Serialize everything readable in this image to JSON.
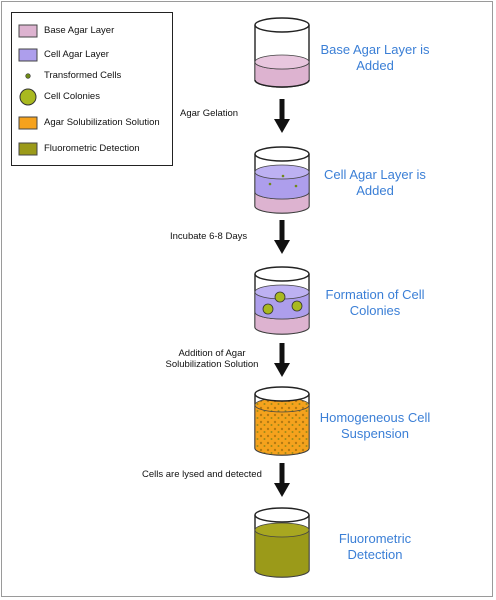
{
  "legend": {
    "items": [
      {
        "label": "Base Agar Layer",
        "icon": "base-agar-swatch",
        "color": "#ddb3d0"
      },
      {
        "label": "Cell Agar Layer",
        "icon": "cell-agar-swatch",
        "color": "#ad9eec"
      },
      {
        "label": "Transformed Cells",
        "icon": "transformed-cell-dot",
        "color": "#6f8a18"
      },
      {
        "label": "Cell Colonies",
        "icon": "cell-colony-circle",
        "color": "#a9b91f"
      },
      {
        "label": "Agar Solubilization Solution",
        "icon": "solubilization-swatch",
        "color": "#f5a21d"
      },
      {
        "label": "Fluorometric Detection",
        "icon": "fluorometric-swatch",
        "color": "#9b9a19"
      }
    ]
  },
  "steps": [
    {
      "title": "Base Agar Layer is Added"
    },
    {
      "title": "Cell Agar Layer is Added"
    },
    {
      "title": "Formation of Cell Colonies"
    },
    {
      "title": "Homogeneous Cell Suspension"
    },
    {
      "title": "Fluorometric Detection"
    }
  ],
  "arrows": [
    {
      "label": "Agar Gelation"
    },
    {
      "label": "Incubate 6-8 Days"
    },
    {
      "label": "Addition of Agar Solubilization Solution"
    },
    {
      "label": "Cells are lysed and detected"
    }
  ],
  "colors": {
    "title_blue": "#3b7fd6",
    "base_agar": "#ddb3d0",
    "cell_agar": "#ad9eec",
    "colony": "#a9b91f",
    "solubilization": "#f5a21d",
    "fluorometric": "#9b9a19"
  }
}
